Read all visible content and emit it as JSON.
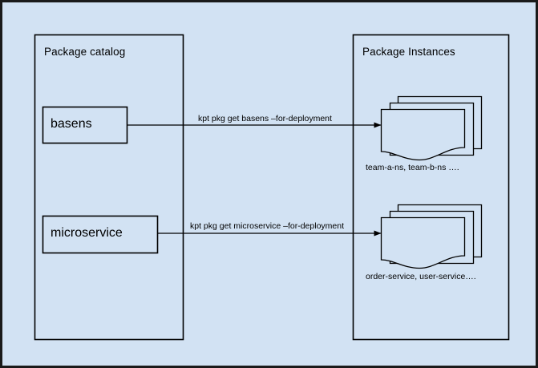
{
  "diagram": {
    "background_color": "#d2e2f3",
    "stroke_color": "#000000",
    "border_color": "#1a1a1a",
    "groups": [
      {
        "id": "package-catalog",
        "title": "Package catalog",
        "nodes": [
          {
            "id": "basens",
            "label": "basens"
          },
          {
            "id": "microservice",
            "label": "microservice"
          }
        ]
      },
      {
        "id": "package-instances",
        "title": "Package Instances",
        "stacks": [
          {
            "id": "basens-instances",
            "caption": "team-a-ns, team-b-ns …."
          },
          {
            "id": "microservice-instances",
            "caption": "order-service, user-service…."
          }
        ]
      }
    ],
    "edges": [
      {
        "id": "edge-basens",
        "from": "basens",
        "to": "basens-instances",
        "label": "kpt pkg get basens –for-deployment"
      },
      {
        "id": "edge-microservice",
        "from": "microservice",
        "to": "microservice-instances",
        "label": "kpt pkg get microservice –for-deployment"
      }
    ]
  }
}
